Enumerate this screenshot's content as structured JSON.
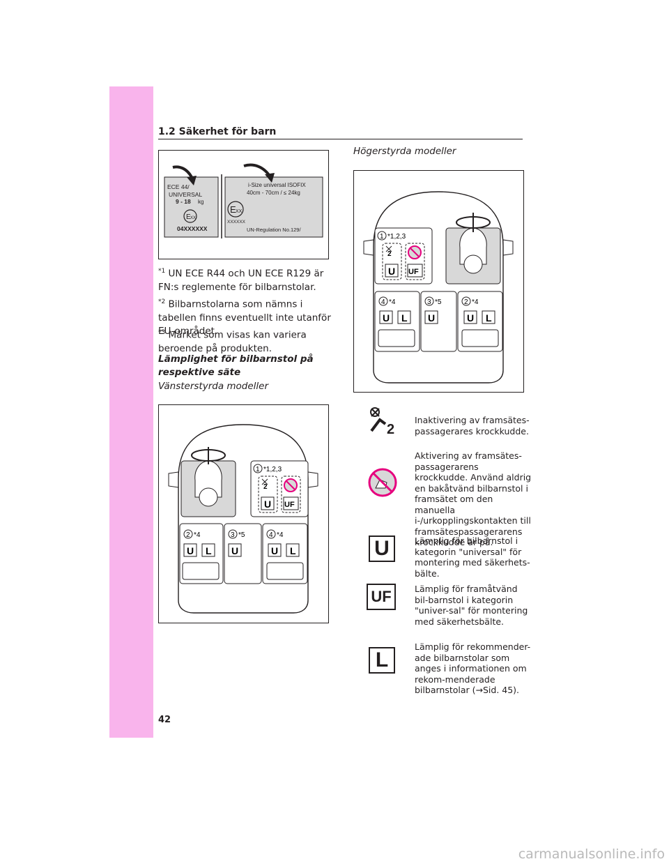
{
  "section": {
    "title": "1.2  Säkerhet för barn"
  },
  "label_figure": {
    "ece_line1": "ECE   44/",
    "ece_line2": "UNIVERSAL",
    "ece_weight": "9 - 18",
    "ece_unit": "kg",
    "approval_mark": "E",
    "approval_sub": "XX",
    "code_left": "04XXXXXX",
    "isofix_line1": "i-Size universal ISOFIX",
    "isofix_line2": "40cm - 70cm / ≤ 24kg",
    "code_right": "XXXXXX",
    "regulation": "UN-Regulation No.129/"
  },
  "footnotes": [
    {
      "mark": "*1",
      "text": "UN ECE R44 och UN ECE R129 är FN:s reglemente för bilbarnstolar."
    },
    {
      "mark": "*2",
      "text": "Bilbarnstolarna som nämns i tabellen finns eventuellt inte utanför EU-området."
    },
    {
      "mark": "*3",
      "text": "Märket som visas kan variera beroende på produkten."
    }
  ],
  "suitability_heading": "Lämplighet för bilbarnstol på respektive säte",
  "lhd_caption": "Vänsterstyrda modeller",
  "rhd_caption": "Högerstyrda modeller",
  "seat_diagram": {
    "seat1_num": "1",
    "seat1_note": "*1,2,3",
    "seat2_num": "2",
    "seat2_note": "*4",
    "seat3_num": "3",
    "seat3_note": "*5",
    "seat4_num": "4",
    "seat4_note": "*4",
    "u": "U",
    "uf": "UF",
    "l": "L",
    "two": "2"
  },
  "legend": [
    {
      "icon": "airbag-off-icon",
      "text": "Inaktivering av framsätes-passagerares krockkudde."
    },
    {
      "icon": "airbag-on-warning-icon",
      "text": "Aktivering av framsätes-passagerarens krockkudde. Använd aldrig en bakåtvänd bilbarnstol i framsätet om den manuella i-/urkopplingskontakten till framsätespassagerarens krockkudde är på."
    },
    {
      "icon": "u-icon",
      "label": "U",
      "text": "Lämplig för bilbarnstol i kategorin \"universal\" för montering med säkerhets-bälte."
    },
    {
      "icon": "uf-icon",
      "label": "UF",
      "text": "Lämplig för framåtvänd bil-barnstol i kategorin \"univer-sal\" för montering med säkerhetsbälte."
    },
    {
      "icon": "l-icon",
      "label": "L",
      "text": "Lämplig för rekommender-ade bilbarnstolar som anges i informationen om rekom-menderade bilbarnstolar (→Sid. 45)."
    }
  ],
  "page_number": "42",
  "watermark": "carmanualsonline.info",
  "colors": {
    "margin": "#f9b4ec",
    "prohibit": "#e6007e"
  }
}
